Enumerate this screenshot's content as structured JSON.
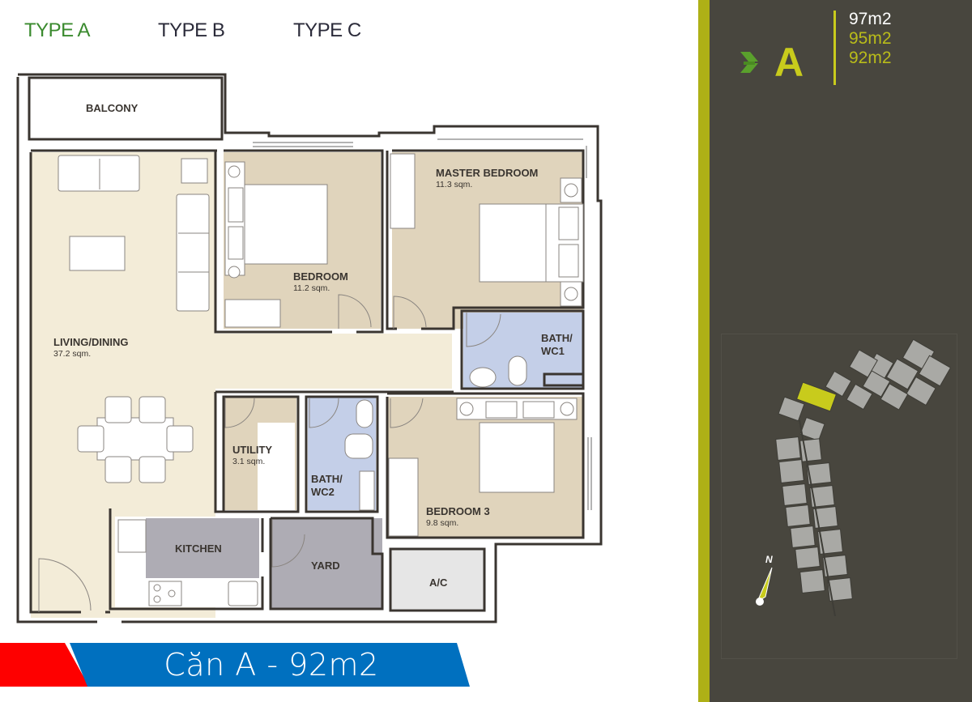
{
  "tabs": [
    {
      "label": "TYPE A",
      "active": true
    },
    {
      "label": "TYPE B",
      "active": false
    },
    {
      "label": "TYPE C",
      "active": false
    }
  ],
  "floor_plan": {
    "rooms": [
      {
        "name": "BALCONY",
        "area": ""
      },
      {
        "name": "BEDROOM",
        "area": "11.2 sqm."
      },
      {
        "name": "MASTER BEDROOM",
        "area": "11.3 sqm."
      },
      {
        "name": "LIVING/DINING",
        "area": "37.2 sqm."
      },
      {
        "name": "BATH/",
        "name2": "WC1",
        "area": ""
      },
      {
        "name": "UTILITY",
        "area": "3.1 sqm."
      },
      {
        "name": "BATH/",
        "name2": "WC2",
        "area": ""
      },
      {
        "name": "BEDROOM 3",
        "area": "9.8 sqm."
      },
      {
        "name": "KITCHEN",
        "area": ""
      },
      {
        "name": "YARD",
        "area": ""
      },
      {
        "name": "A/C",
        "area": ""
      }
    ],
    "colors": {
      "living": "#f3ecd8",
      "bedroom": "#e0d4bc",
      "bath": "#c4cfe8",
      "service": "#aeacb4",
      "ac": "#e6e6e6",
      "wall": "#3a3530"
    }
  },
  "banner": {
    "text": "Căn A - 92m2",
    "red": "#fe0000",
    "blue": "#0070bf"
  },
  "side_panel": {
    "type_letter": "A",
    "sizes": [
      {
        "label": "97m2",
        "selected": true
      },
      {
        "label": "95m2",
        "selected": false
      },
      {
        "label": "92m2",
        "selected": false
      }
    ],
    "compass_label": "N",
    "accent": "#c8cb1c",
    "background": "#48463e",
    "highlight_unit": "#c8cb1c"
  }
}
